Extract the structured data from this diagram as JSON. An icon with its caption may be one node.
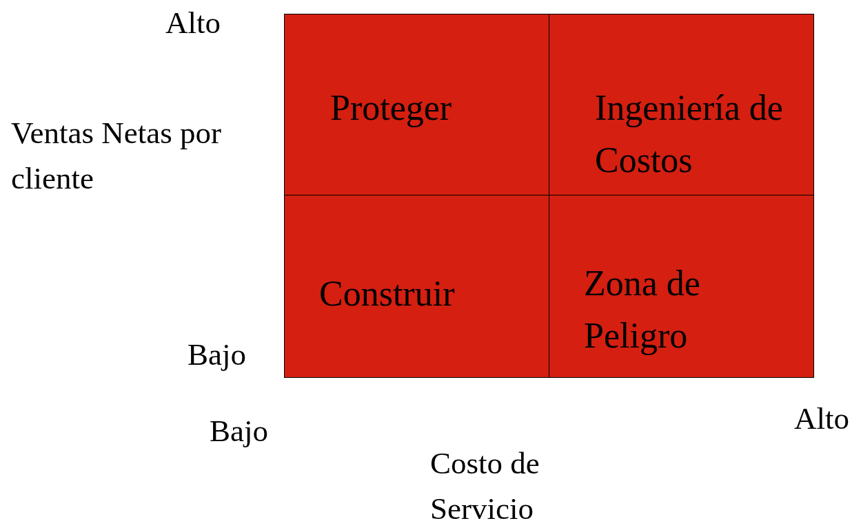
{
  "diagram": {
    "nodes": [
      {
        "text": [
          "Proteger"
        ]
      },
      {
        "text": [
          "Ingeniería de Costos"
        ]
      },
      {
        "text": [
          "Construir"
        ]
      },
      {
        "text": [
          "Zona de Peligro"
        ]
      }
    ],
    "labels": [
      "Alto",
      "Ventas Netas por cliente",
      "Bajo",
      "Bajo",
      "Alto",
      "Costo de Servicio"
    ]
  }
}
